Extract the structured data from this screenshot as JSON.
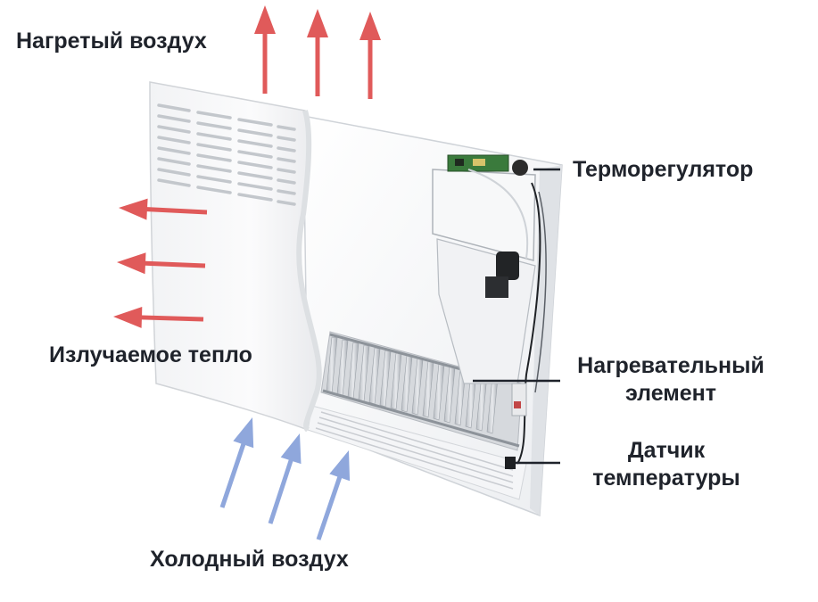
{
  "labels": {
    "hot_air": "Нагретый воздух",
    "thermostat": "Терморегулятор",
    "radiant_heat": "Излучаемое тепло",
    "heating_element_line1": "Нагревательный",
    "heating_element_line2": "элемент",
    "temperature_sensor_line1": "Датчик",
    "temperature_sensor_line2": "температуры",
    "cold_air": "Холодный воздух"
  },
  "colors": {
    "hot_arrow": "#e05a5a",
    "cold_arrow": "#8fa7dc",
    "text": "#1f232b",
    "leader_line": "#1f232b"
  }
}
